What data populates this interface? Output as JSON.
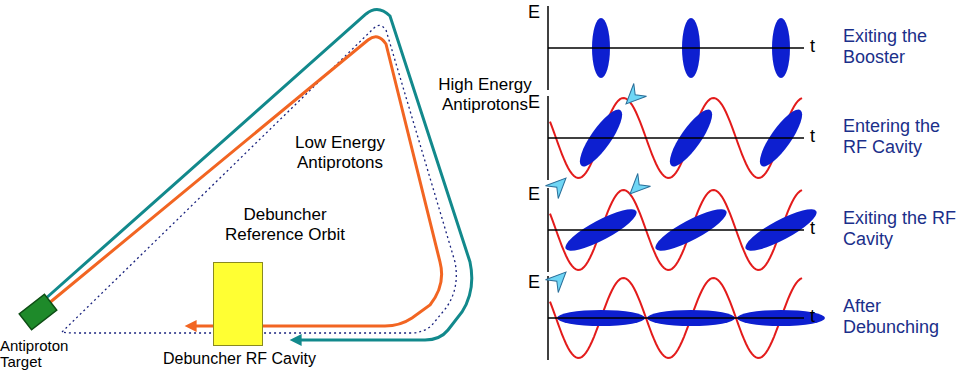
{
  "diagram": {
    "nodes": [
      {
        "text": [
          "Antiproton Target"
        ]
      },
      {
        "text": [
          "Debuncher RF Cavity"
        ]
      }
    ],
    "labels": [
      "Low Energy Antiprotons",
      "High Energy Antiprotons",
      "Debuncher Reference Orbit",
      "E",
      "t",
      "Exiting the Booster",
      "E",
      "t",
      "Entering the RF Cavity",
      "E",
      "t",
      "Exiting the RF Cavity",
      "E",
      "t",
      "After Debunching"
    ]
  }
}
